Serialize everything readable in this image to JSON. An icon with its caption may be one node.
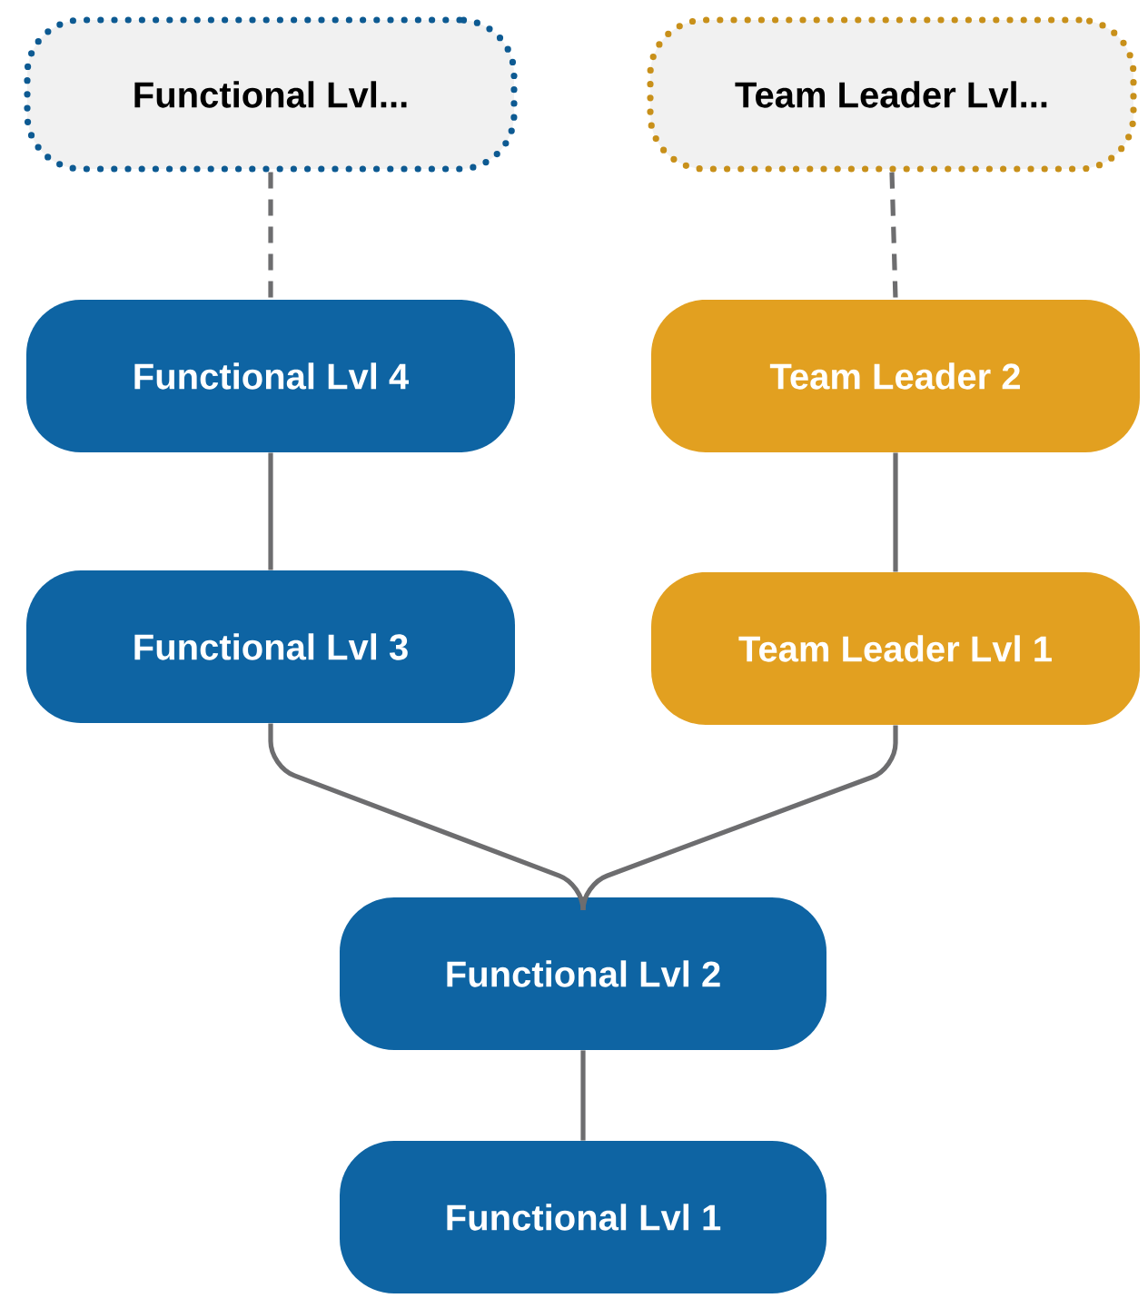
{
  "diagram": {
    "nodes": [
      {
        "text": [
          "Functional Lvl..."
        ]
      },
      {
        "text": [
          "Team Leader Lvl..."
        ]
      },
      {
        "text": [
          "Functional Lvl 4"
        ]
      },
      {
        "text": [
          "Team Leader 2"
        ]
      },
      {
        "text": [
          "Functional Lvl 3"
        ]
      },
      {
        "text": [
          "Team Leader Lvl 1"
        ]
      },
      {
        "text": [
          "Functional Lvl 2"
        ]
      },
      {
        "text": [
          "Functional Lvl 1"
        ]
      }
    ],
    "edges": [
      {
        "from": 0,
        "to": 2,
        "arrow": "none",
        "style": "dashed"
      },
      {
        "from": 1,
        "to": 3,
        "arrow": "none",
        "style": "dashed"
      },
      {
        "from": 2,
        "to": 4,
        "arrow": "none"
      },
      {
        "from": 3,
        "to": 5,
        "arrow": "none"
      },
      {
        "from": 4,
        "to": 6,
        "arrow": "none"
      },
      {
        "from": 5,
        "to": 6,
        "arrow": "none"
      },
      {
        "from": 6,
        "to": 7,
        "arrow": "none"
      }
    ]
  }
}
